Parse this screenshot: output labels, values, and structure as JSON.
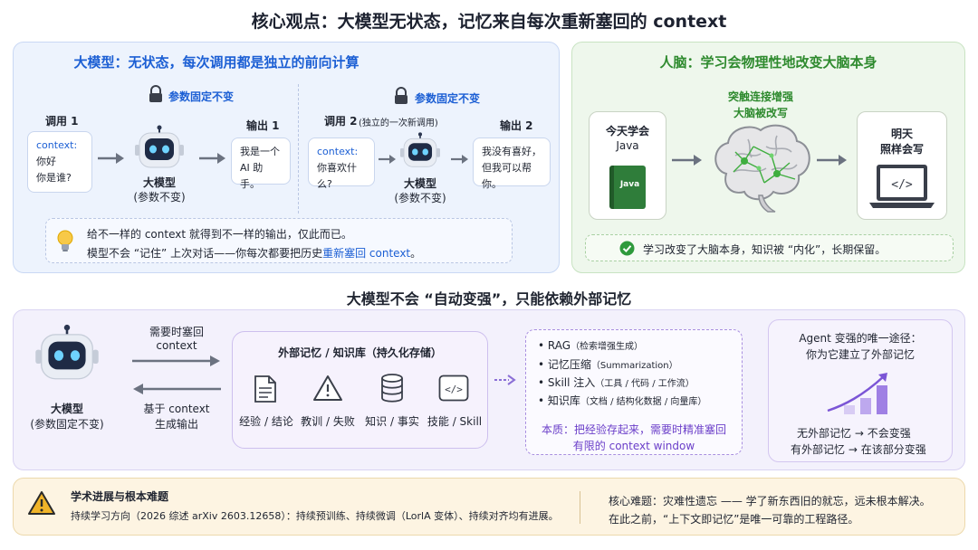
{
  "title": "核心观点：大模型无状态，记忆来自每次重新塞回的 context",
  "llm_panel": {
    "title": "大模型：无状态，每次调用都是独立的前向计算",
    "call1": {
      "lock_label": "参数固定不变",
      "input_title": "调用 1",
      "context_key": "context:",
      "context_lines": [
        "你好",
        "你是谁?"
      ],
      "model_name": "大模型",
      "model_sub": "(参数不变)",
      "output_title": "输出 1",
      "output_lines": [
        "我是一个",
        "AI 助手。"
      ]
    },
    "call2": {
      "lock_label": "参数固定不变",
      "input_title": "调用 2",
      "input_note": "(独立的一次新调用)",
      "context_key": "context:",
      "context_lines": [
        "你喜欢什么?"
      ],
      "model_name": "大模型",
      "model_sub": "(参数不变)",
      "output_title": "输出 2",
      "output_lines": [
        "我没有喜好，",
        "但我可以帮你。"
      ]
    },
    "note_line1": "给不一样的 context 就得到不一样的输出，仅此而已。",
    "note_line2_pre": "模型不会 “记住” 上次对话——你每次都要把历史",
    "note_line2_highlight": "重新塞回 context",
    "note_line2_post": "。"
  },
  "brain_panel": {
    "title": "人脑：学习会物理性地改变大脑本身",
    "left_card_line1": "今天学会",
    "left_card_line2": "Java",
    "book_label": "Java",
    "brain_caption_line1": "突触连接增强",
    "brain_caption_line2": "大脑被改写",
    "right_card_line1": "明天",
    "right_card_line2": "照样会写",
    "note": "学习改变了大脑本身，知识被 “内化”，长期保留。"
  },
  "section2_title": "大模型不会 “自动变强”，只能依赖外部记忆",
  "memory_panel": {
    "model_name": "大模型",
    "model_sub": "(参数固定不变)",
    "arrow_top_line1": "需要时塞回",
    "arrow_top_line2": "context",
    "arrow_bottom_line1": "基于 context",
    "arrow_bottom_line2": "生成输出",
    "store_title": "外部记忆 / 知识库（持久化存储）",
    "store_items": [
      "经验 / 结论",
      "教训 / 失败",
      "知识 / 事实",
      "技能 / Skill"
    ],
    "methods": [
      {
        "name": "RAG",
        "detail": "（检索增强生成）"
      },
      {
        "name": "记忆压缩",
        "detail": "（Summarization）"
      },
      {
        "name": "Skill 注入",
        "detail": "（工具 / 代码 / 工作流）"
      },
      {
        "name": "知识库",
        "detail": "（文档 / 结构化数据 / 向量库）"
      }
    ],
    "essence_line1": "本质：把经验存起来，需要时精准塞回",
    "essence_line2": "有限的 context window",
    "agent_title_line1": "Agent 变强的唯一途径：",
    "agent_title_line2": "你为它建立了外部记忆",
    "agent_row1_left": "无外部记忆",
    "agent_row1_right": "不会变强",
    "agent_row2_left": "有外部记忆",
    "agent_row2_right": "在该部分变强",
    "arrow_symbol": "→"
  },
  "bottom_panel": {
    "title": "学术进展与根本难题",
    "text": "持续学习方向（2026 综述 arXiv 2603.12658）：持续预训练、持续微调（LorlA 变体）、持续对齐均有进展。",
    "right_line1": "核心难题：灾难性遗忘 —— 学了新东西旧的就忘，远未根本解决。",
    "right_line2": "在此之前，“上下文即记忆”是唯一可靠的工程路径。"
  },
  "colors": {
    "accent_blue": "#1c5fd4",
    "accent_green": "#2e8a2e",
    "accent_purple": "#6b3fc9",
    "warning": "#f0b429"
  }
}
